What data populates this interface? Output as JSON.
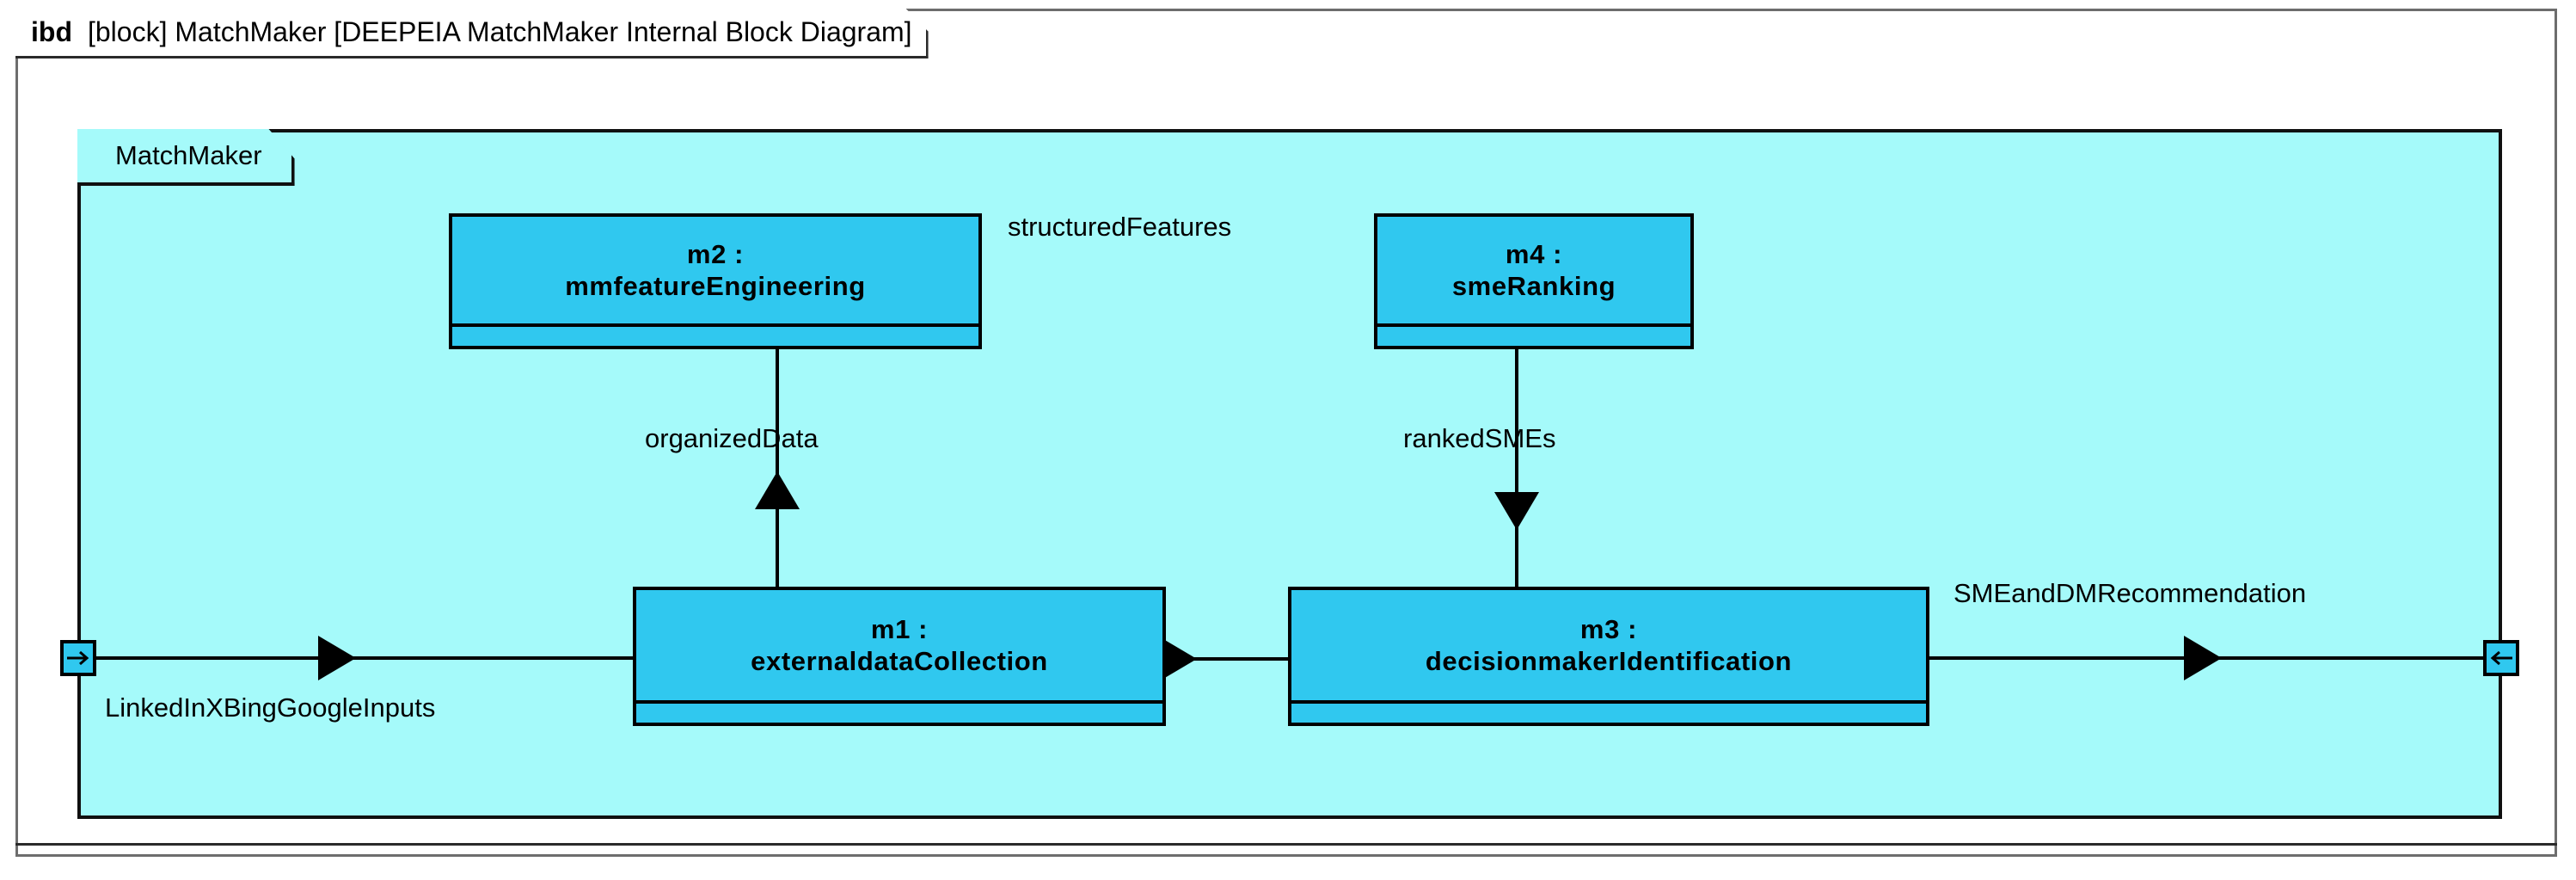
{
  "diagram": {
    "kind": "ibd",
    "title": "[block] MatchMaker [DEEPEIA MatchMaker Internal Block Diagram]",
    "frame_label": "MatchMaker",
    "colors": {
      "frame_fill": "#A5FAFA",
      "block_fill": "#30C8EF",
      "line": "#000000",
      "outer_border": "#6D6D6D",
      "page_background": "#FFFFFF"
    },
    "parts": [
      {
        "id": "m2",
        "role": "m2 :",
        "type": "mmfeatureEngineering"
      },
      {
        "id": "m4",
        "role": "m4 :",
        "type": "smeRanking"
      },
      {
        "id": "m1",
        "role": "m1 :",
        "type": "externaldataCollection"
      },
      {
        "id": "m3",
        "role": "m3 :",
        "type": "decisionmakerIdentification"
      }
    ],
    "connectors": [
      {
        "id": "c1",
        "label": "LinkedInXBingGoogleInputs",
        "from": "inputPort",
        "to": "m1",
        "direction": "right"
      },
      {
        "id": "c2",
        "label": "organizedData",
        "from": "m1",
        "to": "m2",
        "direction": "up"
      },
      {
        "id": "c3",
        "label": "structuredFeatures",
        "from": "m2",
        "to": "m4",
        "direction": "right"
      },
      {
        "id": "c4",
        "label": "rankedSMEs",
        "from": "m4",
        "to": "m3",
        "direction": "down"
      },
      {
        "id": "c5",
        "label": "SMEandDMRecommendation",
        "from": "m3",
        "to": "outputPort",
        "direction": "right"
      }
    ],
    "ports": [
      {
        "id": "inputPort",
        "icon": "arrow-right-icon",
        "side": "left"
      },
      {
        "id": "outputPort",
        "icon": "arrow-left-icon",
        "side": "right"
      }
    ]
  }
}
